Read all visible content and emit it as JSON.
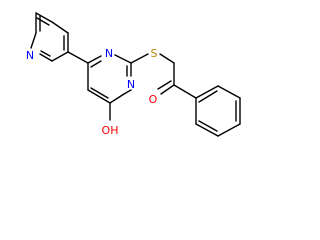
{
  "molecule": {
    "atoms": {
      "n_pyr": {
        "label": "N",
        "color": "#0000ff"
      },
      "n1": {
        "label": "N",
        "color": "#0000ff"
      },
      "n3": {
        "label": "N",
        "color": "#0000ff"
      },
      "s": {
        "label": "S",
        "color": "#b8860b"
      },
      "o_ketone": {
        "label": "O",
        "color": "#ff0000"
      },
      "oh": {
        "label": "OH",
        "color": "#ff0000"
      }
    }
  }
}
